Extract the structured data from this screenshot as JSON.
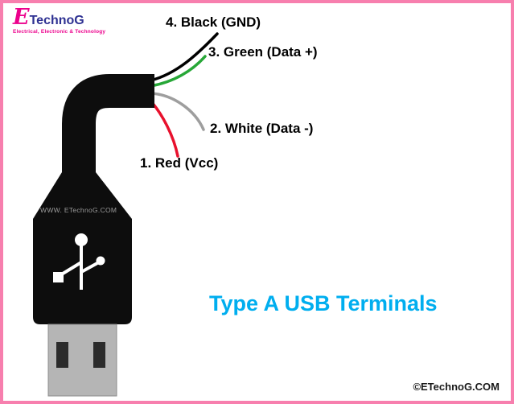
{
  "page": {
    "title": "Type A USB Terminals",
    "watermark": "WWW. ETechnoG.COM",
    "copyright": "©ETechnoG.COM"
  },
  "logo": {
    "brand_first_letter": "E",
    "brand_rest": "TechnoG",
    "tagline": "Electrical, Electronic & Technology"
  },
  "wires": [
    {
      "id": "red",
      "label": "1. Red (Vcc)",
      "color": "#e8112d"
    },
    {
      "id": "white",
      "label": "2. White (Data -)",
      "color": "#9e9e9e"
    },
    {
      "id": "green",
      "label": "3. Green (Data +)",
      "color": "#27a737"
    },
    {
      "id": "black",
      "label": "4. Black (GND)",
      "color": "#000000"
    }
  ],
  "colors": {
    "border": "#f77fae",
    "title": "#00aeef",
    "logo_pink": "#ec008c",
    "logo_blue": "#2e3192",
    "connector_body": "#0d0d0d",
    "metal_shield": "#b5b5b5",
    "contact": "#2b2b2b"
  }
}
